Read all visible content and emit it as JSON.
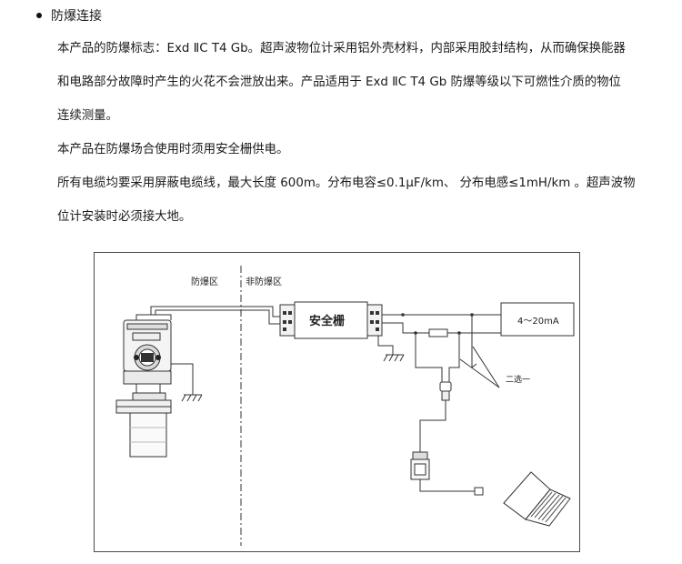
{
  "section": {
    "bullet": "防爆连接"
  },
  "paragraph": {
    "line1": "本产品的防爆标志：Exd  ⅡC T4 Gb。超声波物位计采用铝外壳材料，内部采用胶封结构，从而确保换能器",
    "line2": "和电路部分故障时产生的火花不会泄放出来。产品适用于 Exd  ⅡC T4 Gb 防爆等级以下可燃性介质的物位",
    "line3": "连续测量。",
    "line4": "本产品在防爆场合使用时须用安全栅供电。",
    "line5": "所有电缆均要采用屏蔽电缆线，最大长度 600m。分布电容≤0.1μF/km、  分布电感≤1mH/km  。超声波物",
    "line6": "位计安装时必须接大地。"
  },
  "diagram": {
    "zone_hazardous": "防爆区",
    "zone_safe": "非防爆区",
    "barrier_label": "安全栅",
    "output_label": "4～20mA",
    "selector_label": "二选一"
  }
}
